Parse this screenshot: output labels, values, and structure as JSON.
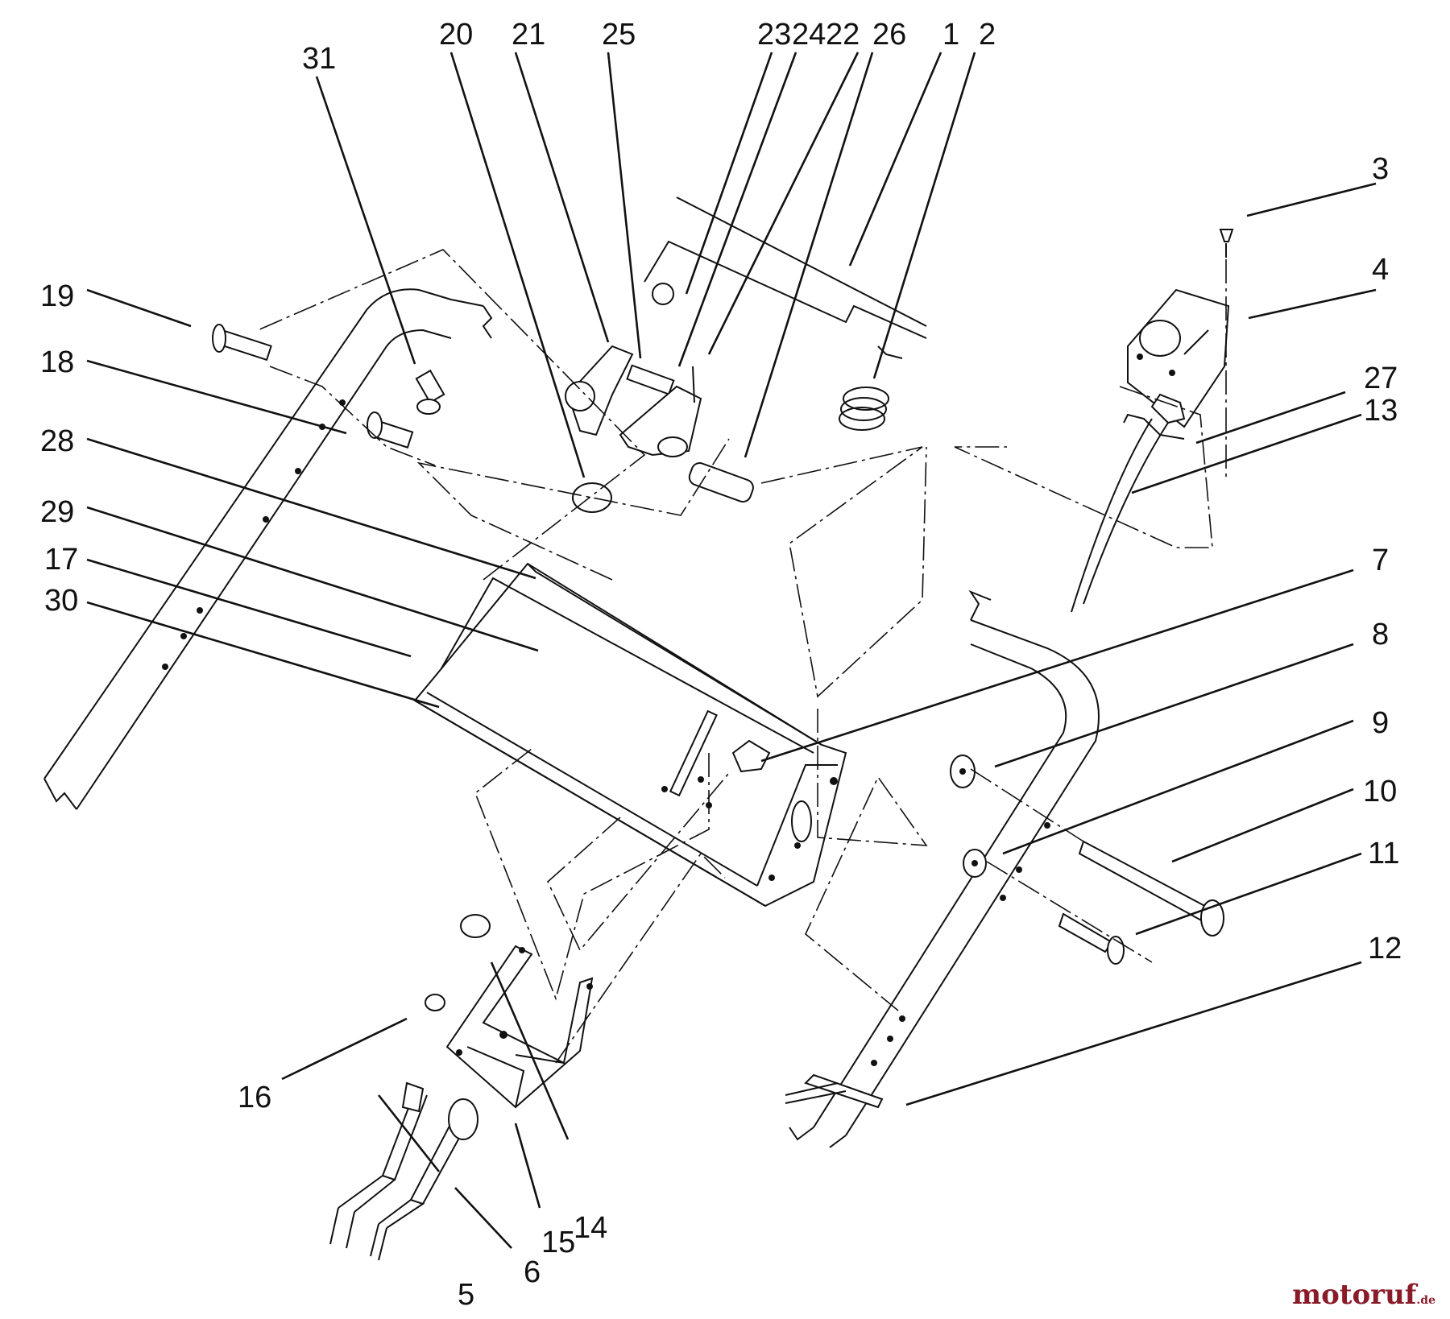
{
  "callouts": [
    "1",
    "2",
    "3",
    "4",
    "5",
    "6",
    "7",
    "8",
    "9",
    "10",
    "11",
    "12",
    "13",
    "14",
    "15",
    "16",
    "17",
    "18",
    "19",
    "20",
    "21",
    "22",
    "23",
    "24",
    "25",
    "26",
    "27",
    "28",
    "29",
    "30",
    "31"
  ],
  "watermark": {
    "brand": "motoruf",
    "tld": ".de",
    "color": "#8a1c2a"
  }
}
